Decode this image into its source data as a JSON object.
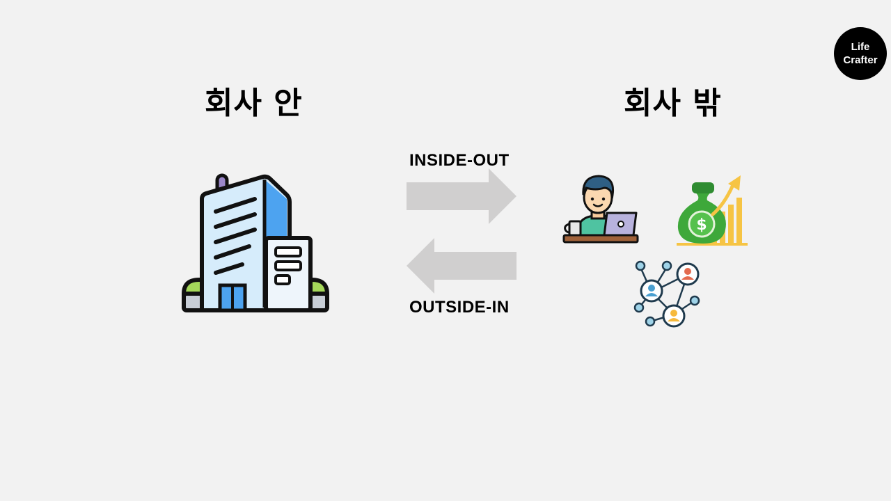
{
  "headings": {
    "inside": "회사 안",
    "outside": "회사 밖"
  },
  "flows": {
    "inside_out": "INSIDE-OUT",
    "outside_in": "OUTSIDE-IN"
  },
  "logo": {
    "line1": "Life",
    "line2": "Crafter"
  },
  "icons": {
    "building": "office-building-icon",
    "worker": "freelancer-laptop-icon",
    "money": "money-growth-icon",
    "network": "people-network-icon",
    "arrow_right": "arrow-right-icon",
    "arrow_left": "arrow-left-icon"
  },
  "colors": {
    "background": "#f2f2f2",
    "arrow": "#d0cfcf",
    "building_blue": "#d6ecfb",
    "building_accent": "#4da3f0",
    "money_green": "#3ea83a",
    "gold": "#f6c444"
  }
}
